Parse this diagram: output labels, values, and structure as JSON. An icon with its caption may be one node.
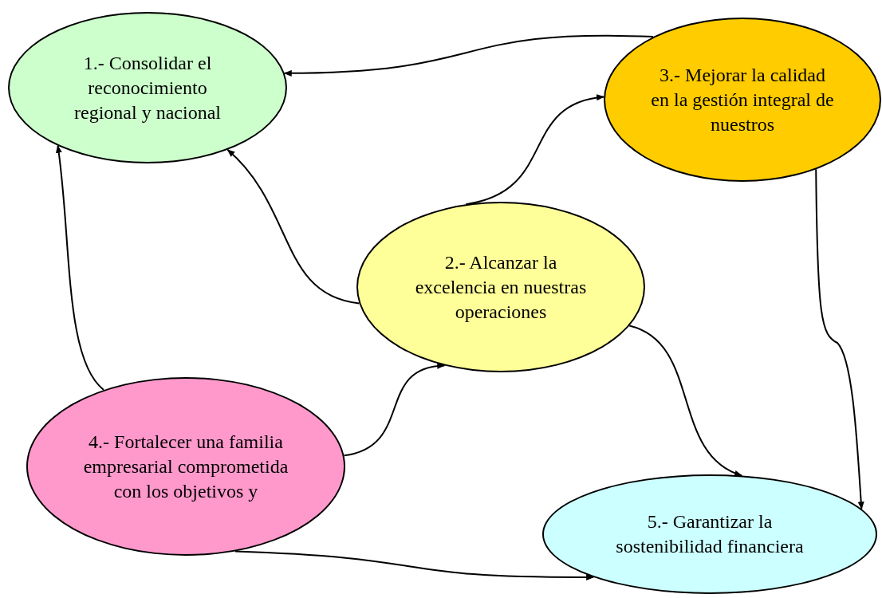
{
  "diagram": {
    "nodes": [
      {
        "text": [
          "1.- Consolidar el reconocimiento regional y nacional"
        ]
      },
      {
        "text": [
          "2.- Alcanzar la excelencia en nuestras operaciones"
        ]
      },
      {
        "text": [
          "3.- Mejorar la calidad en la gestión integral de nuestros"
        ]
      },
      {
        "text": [
          "4.- Fortalecer una familia empresarial comprometida con los objetivos y"
        ]
      },
      {
        "text": [
          "5.- Garantizar la sostenibilidad financiera"
        ]
      }
    ],
    "edges": [
      {
        "from": 2,
        "to": 0,
        "arrow": "to"
      },
      {
        "from": 1,
        "to": 0,
        "arrow": "to"
      },
      {
        "from": 1,
        "to": 2,
        "arrow": "to"
      },
      {
        "from": 3,
        "to": 0,
        "arrow": "to"
      },
      {
        "from": 3,
        "to": 1,
        "arrow": "to"
      },
      {
        "from": 1,
        "to": 4,
        "arrow": "to"
      },
      {
        "from": 2,
        "to": 4,
        "arrow": "to"
      },
      {
        "from": 3,
        "to": 4,
        "arrow": "to"
      }
    ]
  }
}
